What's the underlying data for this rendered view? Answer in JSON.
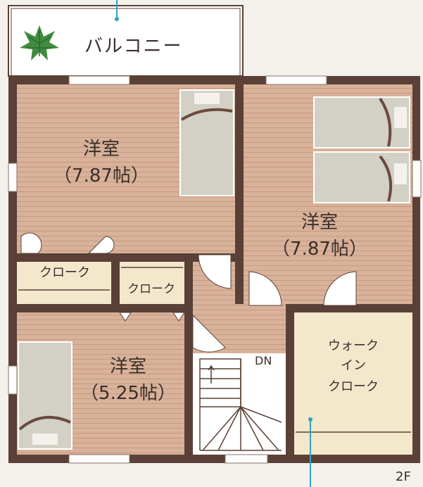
{
  "balcony": {
    "label": "バルコニー"
  },
  "rooms": [
    {
      "title": "洋室",
      "area": "（7.87帖）"
    },
    {
      "title": "洋室",
      "area": "（7.87帖）"
    },
    {
      "title": "洋室",
      "area": "（5.25帖）"
    }
  ],
  "closets": [
    {
      "label": "クローク"
    },
    {
      "label": "クローク"
    }
  ],
  "walk_in": {
    "lines": [
      "ウォーク",
      "イン",
      "クローク"
    ]
  },
  "stairs": {
    "label": "DN"
  },
  "floor": {
    "label": "2F"
  },
  "colors": {
    "wall": "#5a4036",
    "floor": "#d9b39c",
    "closet": "#f3e7cc",
    "bed": "#d3d0c6",
    "balcony": "#ffffff",
    "leaf": "#3f8b3f",
    "accent": "#2fa3c0"
  }
}
